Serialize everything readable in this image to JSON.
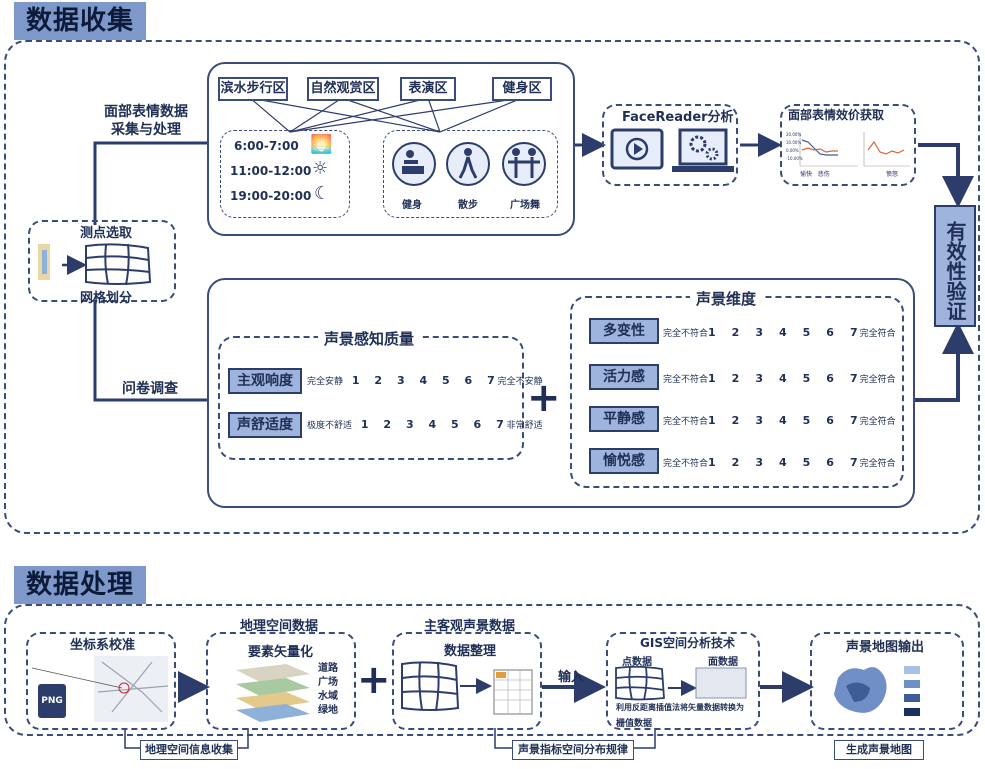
{
  "section1": {
    "title": "数据收集",
    "face_label": "面部表情数据\n采集与处理",
    "areas": [
      "滨水步行区",
      "自然观赏区",
      "表演区",
      "健身区"
    ],
    "times": [
      "6:00-7:00",
      "11:00-12:00",
      "19:00-20:00"
    ],
    "activities": [
      "健身",
      "散步",
      "广场舞"
    ],
    "facereader": "FaceReader分析",
    "face_value": "面部表情效价获取",
    "face_chart": {
      "ticks": [
        "20.00%",
        "10.00%",
        "0.00%",
        "-10.00%"
      ],
      "legend_left": [
        "愉快",
        "悲伤"
      ],
      "legend_right": "愤怒"
    },
    "point_select": "测点选取",
    "grid_divide": "网格划分",
    "survey": "问卷调查",
    "verify": "有效性验证",
    "perception": {
      "title": "声景感知质量",
      "items": [
        {
          "name": "主观响度",
          "left": "完全安静",
          "right": "完全不安静"
        },
        {
          "name": "声舒适度",
          "left": "极度不舒适",
          "right": "非常舒适"
        }
      ]
    },
    "plus": "+",
    "dimension": {
      "title": "声景维度",
      "items": [
        {
          "name": "多变性",
          "left": "完全不符合",
          "right": "完全符合"
        },
        {
          "name": "活力感",
          "left": "完全不符合",
          "right": "完全符合"
        },
        {
          "name": "平静感",
          "left": "完全不符合",
          "right": "完全符合"
        },
        {
          "name": "愉悦感",
          "left": "完全不符合",
          "right": "完全符合"
        }
      ]
    },
    "scale_numbers": [
      "1",
      "2",
      "3",
      "4",
      "5",
      "6",
      "7"
    ]
  },
  "section2": {
    "title": "数据处理",
    "coord": "坐标系校准",
    "png": "PNG",
    "geo_data": "地理空间数据",
    "vectorize": "要素矢量化",
    "layers": [
      "道路",
      "广场",
      "水域",
      "绿地"
    ],
    "plus": "+",
    "subj_data": "主客观声景数据",
    "data_org": "数据整理",
    "input": "输入",
    "gis": "GIS空间分析技术",
    "point_data": "点数据",
    "surface_data": "面数据",
    "idw": "利用反距离插值法将矢量数据转换为",
    "raster": "栅值数据",
    "map_output": "声景地图输出",
    "footer": [
      "地理空间信息收集",
      "声景指标空间分布规律",
      "生成声景地图"
    ],
    "map_colors": [
      "#a9c0e4",
      "#6f8fc6",
      "#3e5d97",
      "#1b2f5c"
    ]
  }
}
